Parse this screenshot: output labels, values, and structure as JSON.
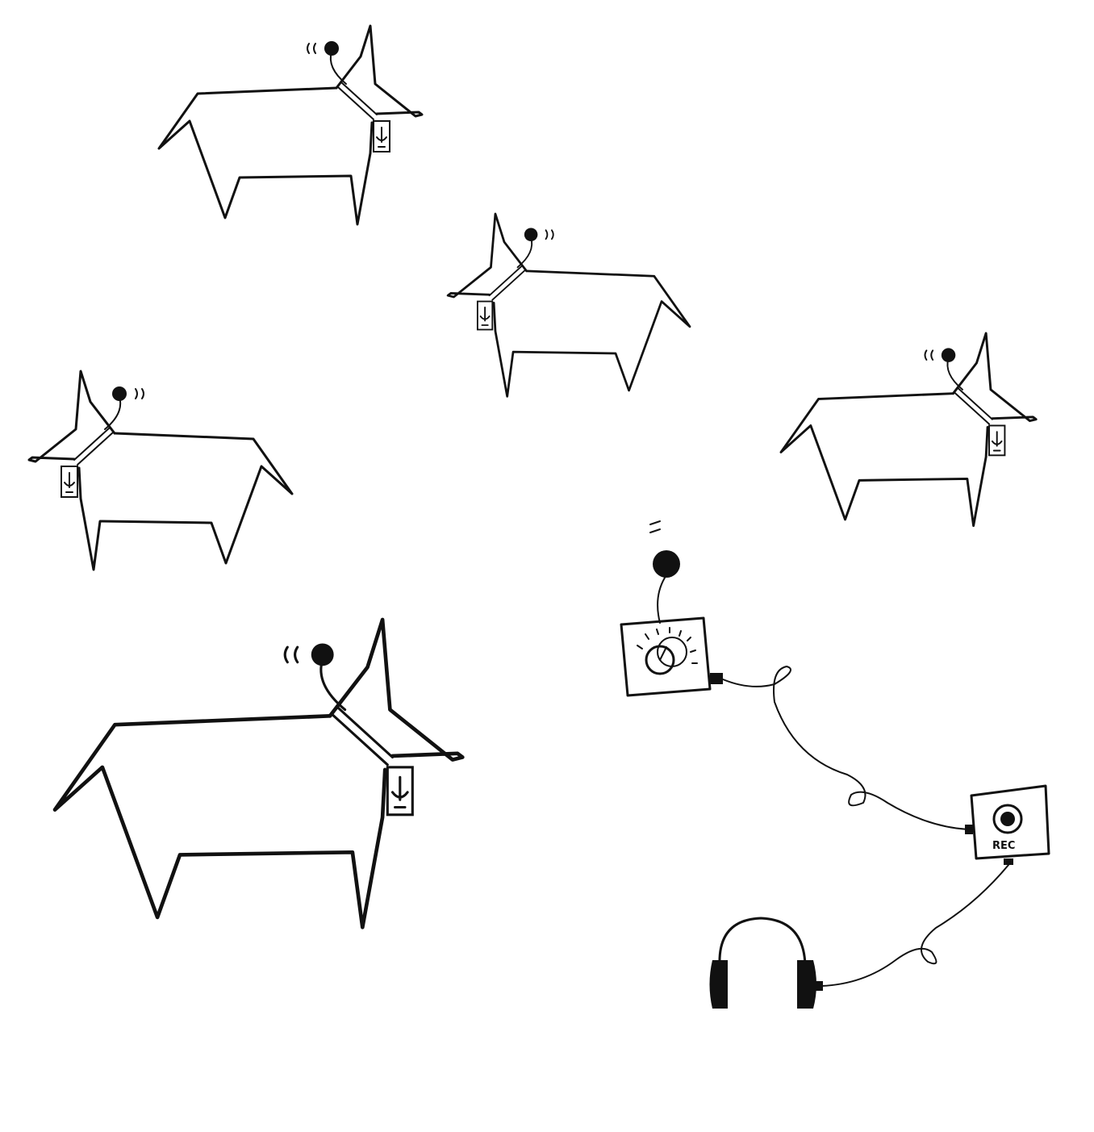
{
  "scene": {
    "dogs": [
      {
        "facing": "right",
        "has_microphone_tag": true
      },
      {
        "facing": "left",
        "has_microphone_tag": true
      },
      {
        "facing": "left",
        "has_microphone_tag": true
      },
      {
        "facing": "right",
        "has_microphone_tag": true
      },
      {
        "facing": "right",
        "has_microphone_tag": true
      }
    ],
    "equipment": {
      "microphone": "microphone-icon",
      "receiver": "receiver-with-dial",
      "recorder": {
        "label": "REC"
      },
      "headphones": "headphones-icon"
    },
    "colors": {
      "ink": "#111111",
      "background": "#ffffff"
    }
  }
}
